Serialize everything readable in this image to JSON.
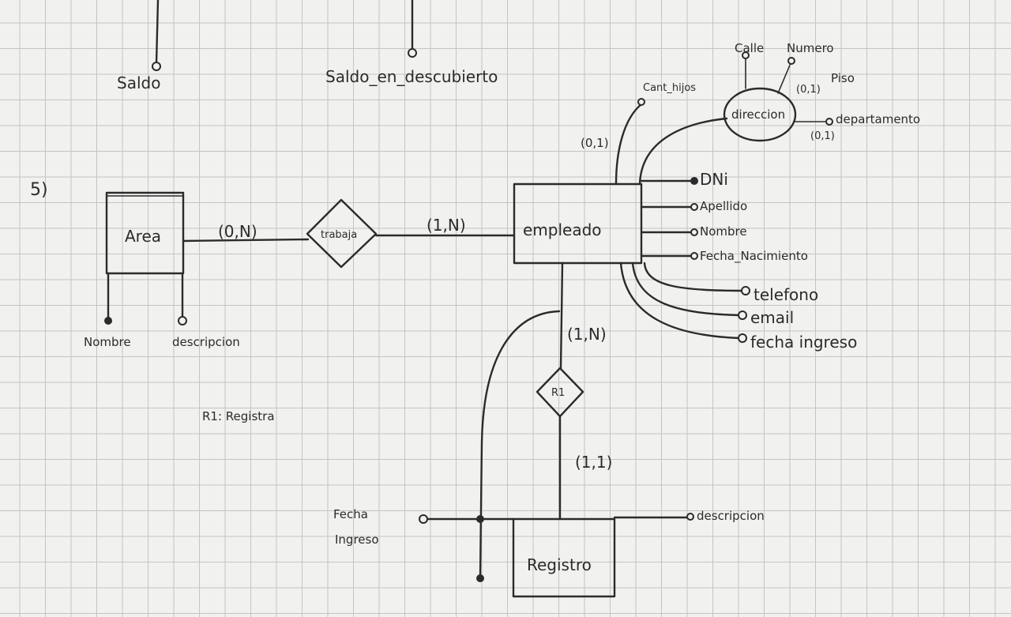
{
  "attributes_top": {
    "saldo": "Saldo",
    "saldo_descubierto": "Saldo_en_descubierto"
  },
  "section_number": "5)",
  "entities": {
    "area": "Area",
    "empleado": "empleado",
    "registro": "Registro"
  },
  "relationships": {
    "trabaja": "trabaja",
    "r1": "R1"
  },
  "cardinalities": {
    "area_trabaja": "(0,N)",
    "trabaja_empleado": "(1,N)",
    "empleado_r1": "(1,N)",
    "r1_registro": "(1,1)",
    "cant_hijos": "(0,1)",
    "departamento": "(0,1)",
    "piso": "(0,1)"
  },
  "area_attributes": {
    "nombre": "Nombre",
    "descripcion": "descripcion"
  },
  "empleado_attributes": {
    "dni": "DNi",
    "apellido": "Apellido",
    "nombre": "Nombre",
    "fecha_nacimiento": "Fecha_Nacimiento",
    "telefono": "telefono",
    "email": "email",
    "fecha_ingreso": "fecha ingreso",
    "cant_hijos": "Cant_hijos",
    "direccion": "direccion"
  },
  "direccion_attributes": {
    "calle": "Calle",
    "numero": "Numero",
    "piso": "Piso",
    "departamento": "departamento"
  },
  "registro_attributes": {
    "fecha_ingreso": "Fecha Ingreso",
    "descripcion": "descripcion"
  },
  "note": "R1: Registra"
}
